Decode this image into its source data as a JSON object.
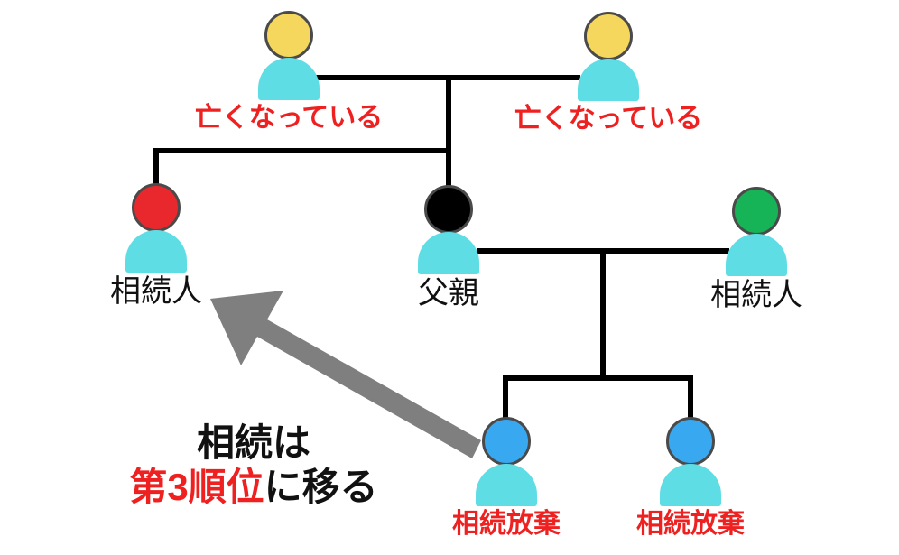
{
  "colors": {
    "line": "#000000",
    "arrow": "#7f7f7f",
    "body_cyan": "#5fdde5",
    "head_stroke": "#4a4a4a",
    "red_text": "#ef2020",
    "black_text": "#111111"
  },
  "diagram": {
    "persons": [
      {
        "id": "deceased-left",
        "role": "deceased grandparent",
        "label": "亡くなっている",
        "head_color": "#f6d75d",
        "label_color": "#ef2020"
      },
      {
        "id": "deceased-right",
        "role": "deceased grandparent",
        "label": "亡くなっている",
        "head_color": "#f6d75d",
        "label_color": "#ef2020"
      },
      {
        "id": "heir-left",
        "role": "third-rank heir",
        "label": "相続人",
        "head_color": "#e8282c",
        "label_color": "#111111"
      },
      {
        "id": "father",
        "role": "father",
        "label": "父親",
        "head_color": "#000000",
        "label_color": "#111111"
      },
      {
        "id": "heir-right",
        "role": "spouse heir",
        "label": "相続人",
        "head_color": "#16b357",
        "label_color": "#111111"
      },
      {
        "id": "renounce-left",
        "role": "child renouncing",
        "label": "相続放棄",
        "head_color": "#38a8f0",
        "label_color": "#ef2020"
      },
      {
        "id": "renounce-right",
        "role": "child renouncing",
        "label": "相続放棄",
        "head_color": "#38a8f0",
        "label_color": "#ef2020"
      }
    ],
    "caption": {
      "line1": "相続は",
      "line2_highlight": "第3順位",
      "line2_rest": "に移る"
    }
  }
}
